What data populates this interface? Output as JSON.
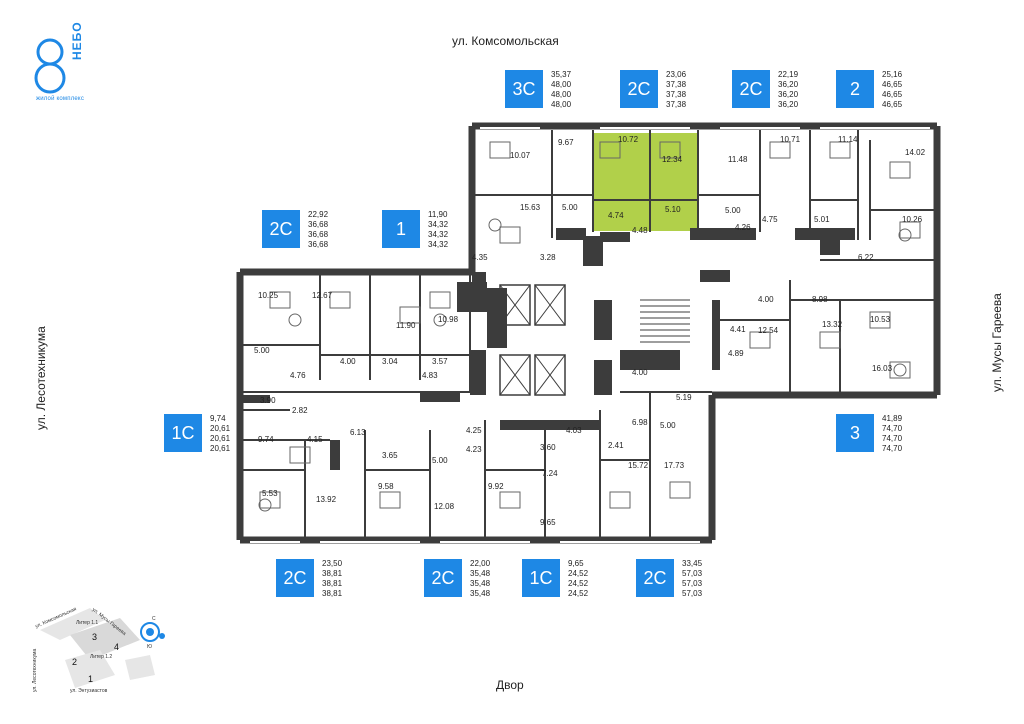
{
  "logo": {
    "name": "НЕБО",
    "subtitle": "жилой комплекс"
  },
  "streets": {
    "top": "ул. Комсомольская",
    "bottom": "Двор",
    "left": "ул. Лесотехникума",
    "right": "ул. Мусы Гареева"
  },
  "colors": {
    "accent": "#1e88e5",
    "highlight": "#a3c82a",
    "wall": "#3c3c3c"
  },
  "apartments": [
    {
      "type": "3С",
      "areas": [
        "35,37",
        "48,00",
        "48,00",
        "48,00"
      ]
    },
    {
      "type": "2С",
      "areas": [
        "23,06",
        "37,38",
        "37,38",
        "37,38"
      ]
    },
    {
      "type": "2С",
      "areas": [
        "22,19",
        "36,20",
        "36,20",
        "36,20"
      ]
    },
    {
      "type": "2",
      "areas": [
        "25,16",
        "46,65",
        "46,65",
        "46,65"
      ]
    },
    {
      "type": "2С",
      "areas": [
        "22,92",
        "36,68",
        "36,68",
        "36,68"
      ]
    },
    {
      "type": "1",
      "areas": [
        "11,90",
        "34,32",
        "34,32",
        "34,32"
      ]
    },
    {
      "type": "1С",
      "areas": [
        "9,74",
        "20,61",
        "20,61",
        "20,61"
      ]
    },
    {
      "type": "3",
      "areas": [
        "41,89",
        "74,70",
        "74,70",
        "74,70"
      ]
    },
    {
      "type": "2С",
      "areas": [
        "23,50",
        "38,81",
        "38,81",
        "38,81"
      ]
    },
    {
      "type": "2С",
      "areas": [
        "22,00",
        "35,48",
        "35,48",
        "35,48"
      ]
    },
    {
      "type": "1С",
      "areas": [
        "9,65",
        "24,52",
        "24,52",
        "24,52"
      ]
    },
    {
      "type": "2С",
      "areas": [
        "33,45",
        "57,03",
        "57,03",
        "57,03"
      ]
    }
  ],
  "room_labels": [
    "10.07",
    "9.67",
    "10.72",
    "12.34",
    "11.48",
    "10.71",
    "11.14",
    "14.02",
    "15.63",
    "5.00",
    "4.74",
    "5.10",
    "4.48",
    "5.00",
    "4.75",
    "5.01",
    "10.26",
    "4.26",
    "6.22",
    "4.35",
    "3.28",
    "10.25",
    "12.67",
    "11.90",
    "10.98",
    "5.00",
    "4.00",
    "3.04",
    "3.57",
    "4.76",
    "4.83",
    "4.00",
    "8.98",
    "4.41",
    "12.54",
    "13.32",
    "10.53",
    "4.89",
    "16.03",
    "4.00",
    "5.19",
    "6.98",
    "5.00",
    "2.41",
    "15.72",
    "17.73",
    "3.90",
    "2.82",
    "9.74",
    "4.15",
    "6.13",
    "3.65",
    "4.25",
    "4.23",
    "3.60",
    "4.03",
    "5.00",
    "7.24",
    "5.53",
    "13.92",
    "9.58",
    "12.08",
    "9.92",
    "9.65"
  ],
  "minimap": {
    "streets": [
      "ул. Комсомольская",
      "ул. Мусы Гареева",
      "ул. Лесотехникума",
      "ул. Энтузиастов"
    ],
    "buildings": [
      "Литер 1.1",
      "Литер 1.2"
    ],
    "sections": [
      "1",
      "2",
      "3",
      "4"
    ],
    "compass": [
      "С",
      "Ю"
    ]
  }
}
